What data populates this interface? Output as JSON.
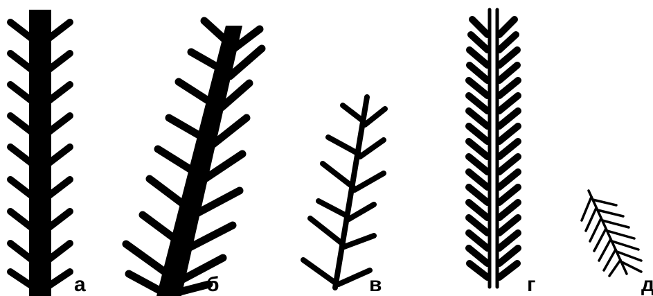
{
  "figure": {
    "ink_color": "#000000",
    "background_color": "#ffffff",
    "panels": [
      {
        "id": "a",
        "label": "а"
      },
      {
        "id": "b",
        "label": "б"
      },
      {
        "id": "v",
        "label": "в"
      },
      {
        "id": "g",
        "label": "г"
      },
      {
        "id": "d",
        "label": "д"
      }
    ]
  }
}
